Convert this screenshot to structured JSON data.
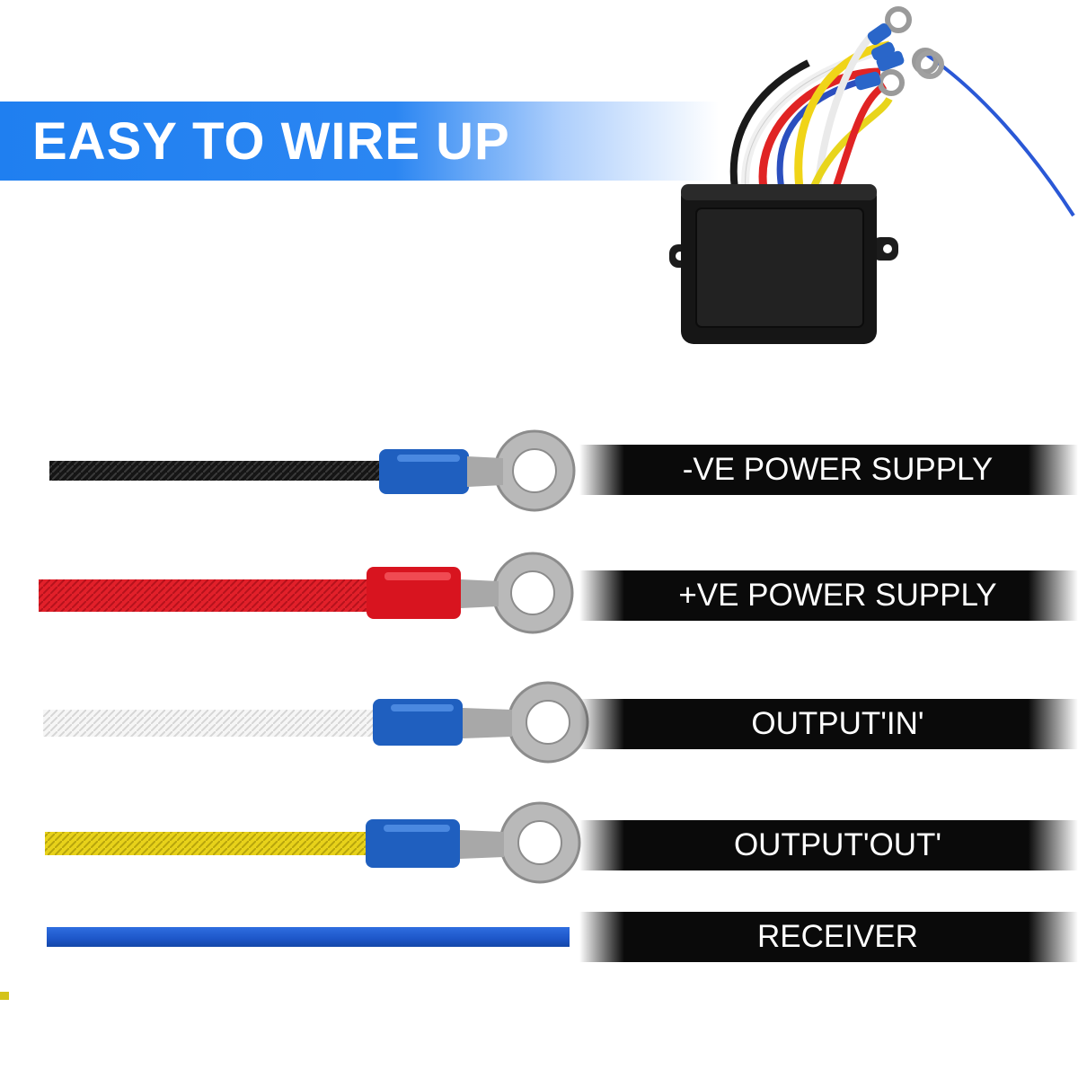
{
  "banner": {
    "title": "EASY TO WIRE UP",
    "color": "#1f7ff0"
  },
  "device": {
    "name": "wireless winch remote receiver"
  },
  "wires": [
    {
      "label": "-VE POWER SUPPLY",
      "wire_color": "#151515",
      "terminal_color": "#1f5fbf"
    },
    {
      "label": "+VE POWER SUPPLY",
      "wire_color": "#e2202a",
      "terminal_color": "#d8141f"
    },
    {
      "label": "OUTPUT'IN'",
      "wire_color": "#f2f2f2",
      "terminal_color": "#1f5fbf"
    },
    {
      "label": "OUTPUT'OUT'",
      "wire_color": "#e8d21a",
      "terminal_color": "#1f5fbf"
    },
    {
      "label": "RECEIVER",
      "wire_color": "#1d56c8"
    }
  ]
}
